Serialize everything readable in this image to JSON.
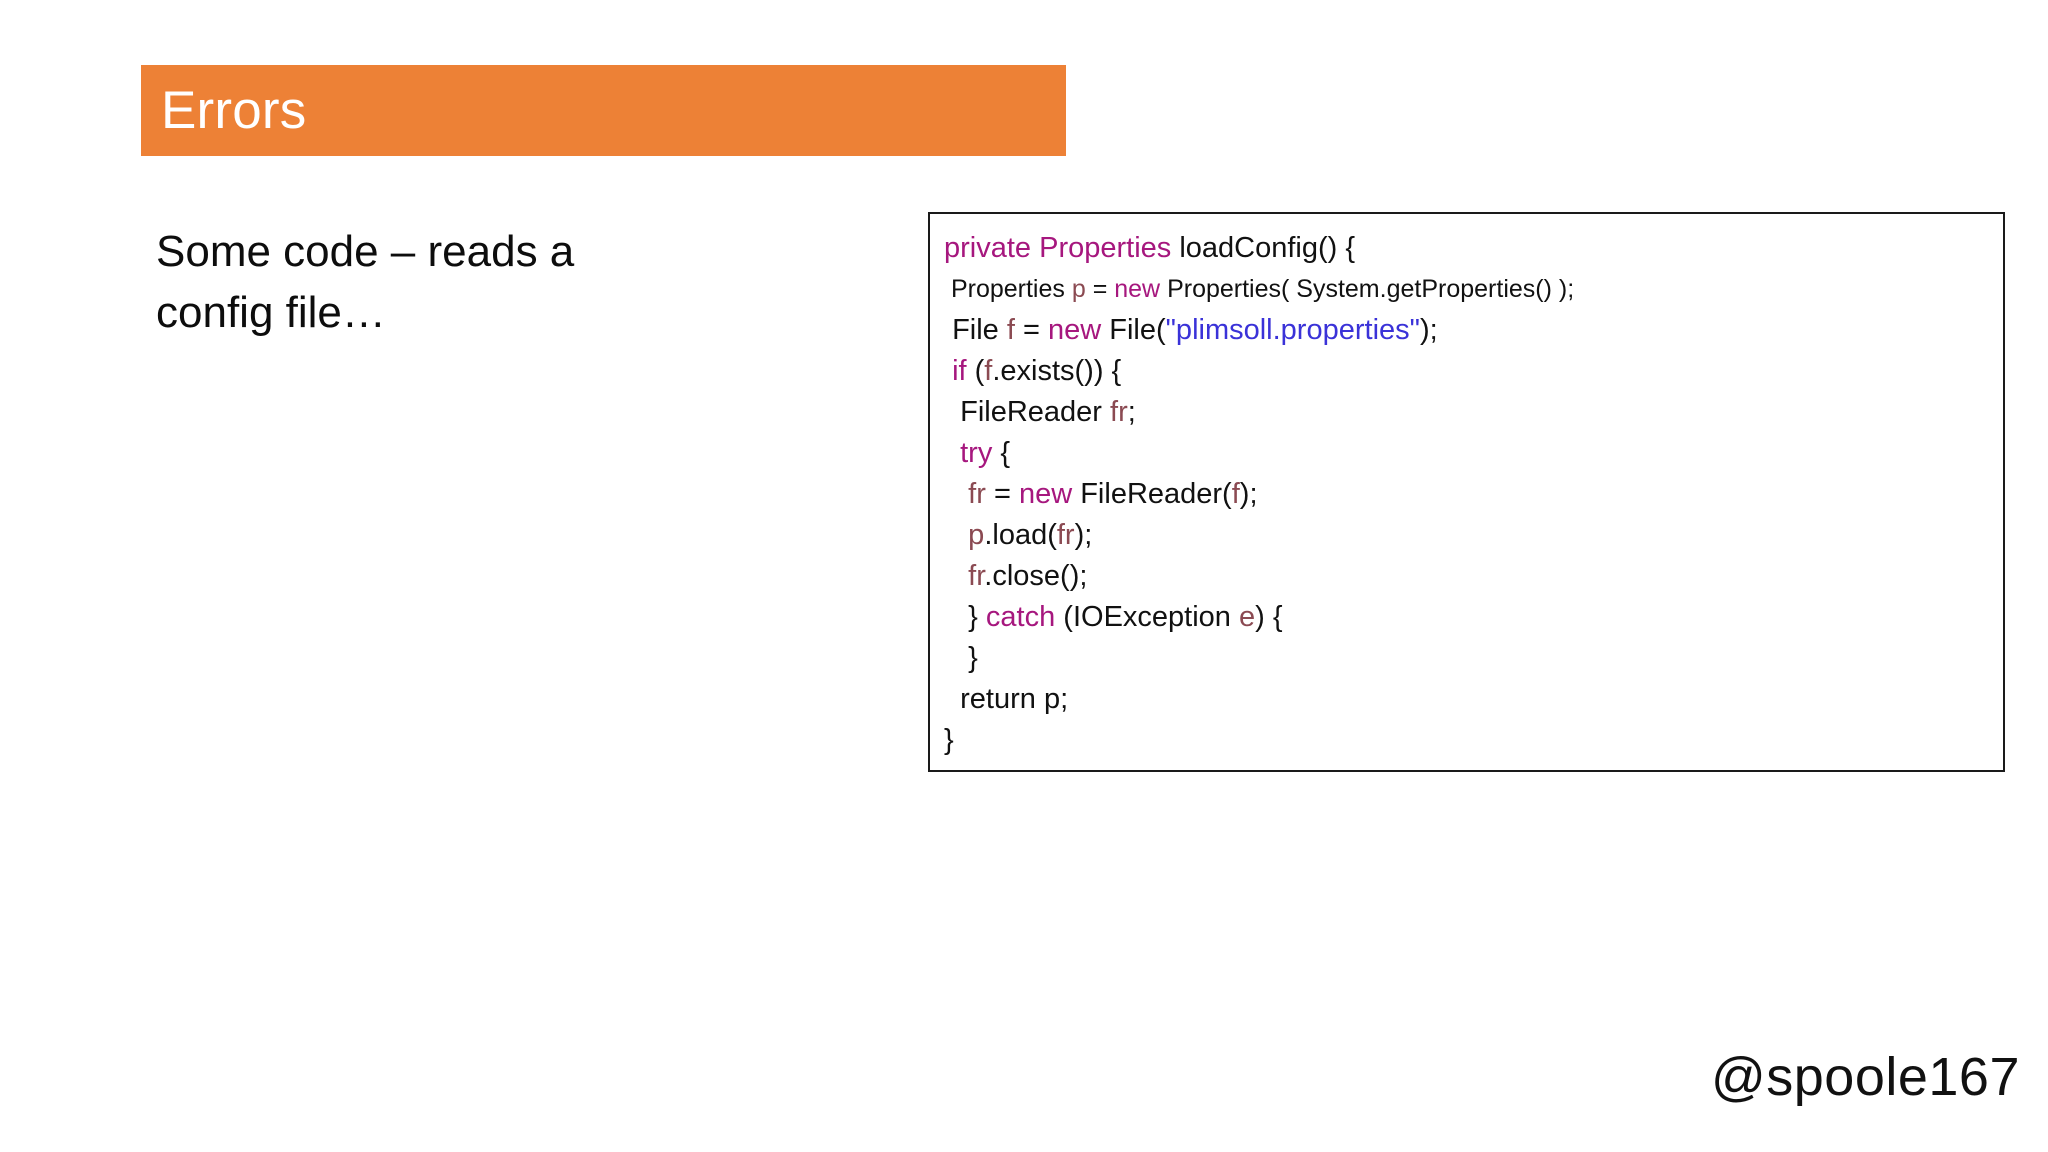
{
  "slide": {
    "title": "Errors",
    "accent_color": "#ED8136",
    "background_color": "#FFFFFF",
    "body_text": "Some code – reads a config file…",
    "footer_handle": "@spoole167"
  },
  "code_panel": {
    "border_color": "#1A1A1A",
    "language": "java",
    "colors": {
      "keyword": "#A6177E",
      "variable": "#8B4A52",
      "string": "#3A32D8",
      "plain": "#111111"
    },
    "lines": [
      {
        "id": "line-1",
        "tokens": [
          {
            "t": "private Properties ",
            "c": "kw"
          },
          {
            "t": "loadConfig() {",
            "c": "pl"
          }
        ]
      },
      {
        "id": "line-2",
        "small": true,
        "indent": 1,
        "tokens": [
          {
            "t": "Properties ",
            "c": "pl"
          },
          {
            "t": "p",
            "c": "var"
          },
          {
            "t": " = ",
            "c": "pl"
          },
          {
            "t": "new",
            "c": "kw"
          },
          {
            "t": " Properties( System.getProperties() );",
            "c": "pl"
          }
        ]
      },
      {
        "id": "line-3",
        "indent": 1,
        "tokens": [
          {
            "t": "File ",
            "c": "pl"
          },
          {
            "t": "f",
            "c": "var"
          },
          {
            "t": " = ",
            "c": "pl"
          },
          {
            "t": "new",
            "c": "kw"
          },
          {
            "t": " File(",
            "c": "pl"
          },
          {
            "t": "\"plimsoll.properties\"",
            "c": "str"
          },
          {
            "t": ");",
            "c": "pl"
          }
        ]
      },
      {
        "id": "line-4",
        "indent": 1,
        "tokens": [
          {
            "t": "if",
            "c": "kw"
          },
          {
            "t": " (",
            "c": "pl"
          },
          {
            "t": "f",
            "c": "var"
          },
          {
            "t": ".exists()) {",
            "c": "pl"
          }
        ]
      },
      {
        "id": "line-5",
        "indent": 2,
        "tokens": [
          {
            "t": "FileReader ",
            "c": "pl"
          },
          {
            "t": "fr",
            "c": "var"
          },
          {
            "t": ";",
            "c": "pl"
          }
        ]
      },
      {
        "id": "line-6",
        "indent": 2,
        "tokens": [
          {
            "t": "try",
            "c": "kw"
          },
          {
            "t": " {",
            "c": "pl"
          }
        ]
      },
      {
        "id": "line-7",
        "indent": 3,
        "tokens": [
          {
            "t": "fr",
            "c": "var"
          },
          {
            "t": " = ",
            "c": "pl"
          },
          {
            "t": "new",
            "c": "kw"
          },
          {
            "t": " FileReader(",
            "c": "pl"
          },
          {
            "t": "f",
            "c": "var"
          },
          {
            "t": ");",
            "c": "pl"
          }
        ]
      },
      {
        "id": "line-8",
        "indent": 3,
        "tokens": [
          {
            "t": "p",
            "c": "var"
          },
          {
            "t": ".load(",
            "c": "pl"
          },
          {
            "t": "fr",
            "c": "var"
          },
          {
            "t": ");",
            "c": "pl"
          }
        ]
      },
      {
        "id": "line-9",
        "indent": 3,
        "tokens": [
          {
            "t": "fr",
            "c": "var"
          },
          {
            "t": ".close();",
            "c": "pl"
          }
        ]
      },
      {
        "id": "line-10",
        "indent": 3,
        "tokens": [
          {
            "t": "} ",
            "c": "pl"
          },
          {
            "t": "catch",
            "c": "kw"
          },
          {
            "t": " (IOException ",
            "c": "pl"
          },
          {
            "t": "e",
            "c": "var"
          },
          {
            "t": ") {",
            "c": "pl"
          }
        ]
      },
      {
        "id": "line-11",
        "indent": 3,
        "tokens": [
          {
            "t": "}",
            "c": "pl"
          }
        ]
      },
      {
        "id": "line-12",
        "indent": 2,
        "tokens": [
          {
            "t": "return p;",
            "c": "pl"
          }
        ]
      },
      {
        "id": "line-13",
        "indent": 0,
        "tokens": [
          {
            "t": "}",
            "c": "pl"
          }
        ]
      }
    ]
  }
}
